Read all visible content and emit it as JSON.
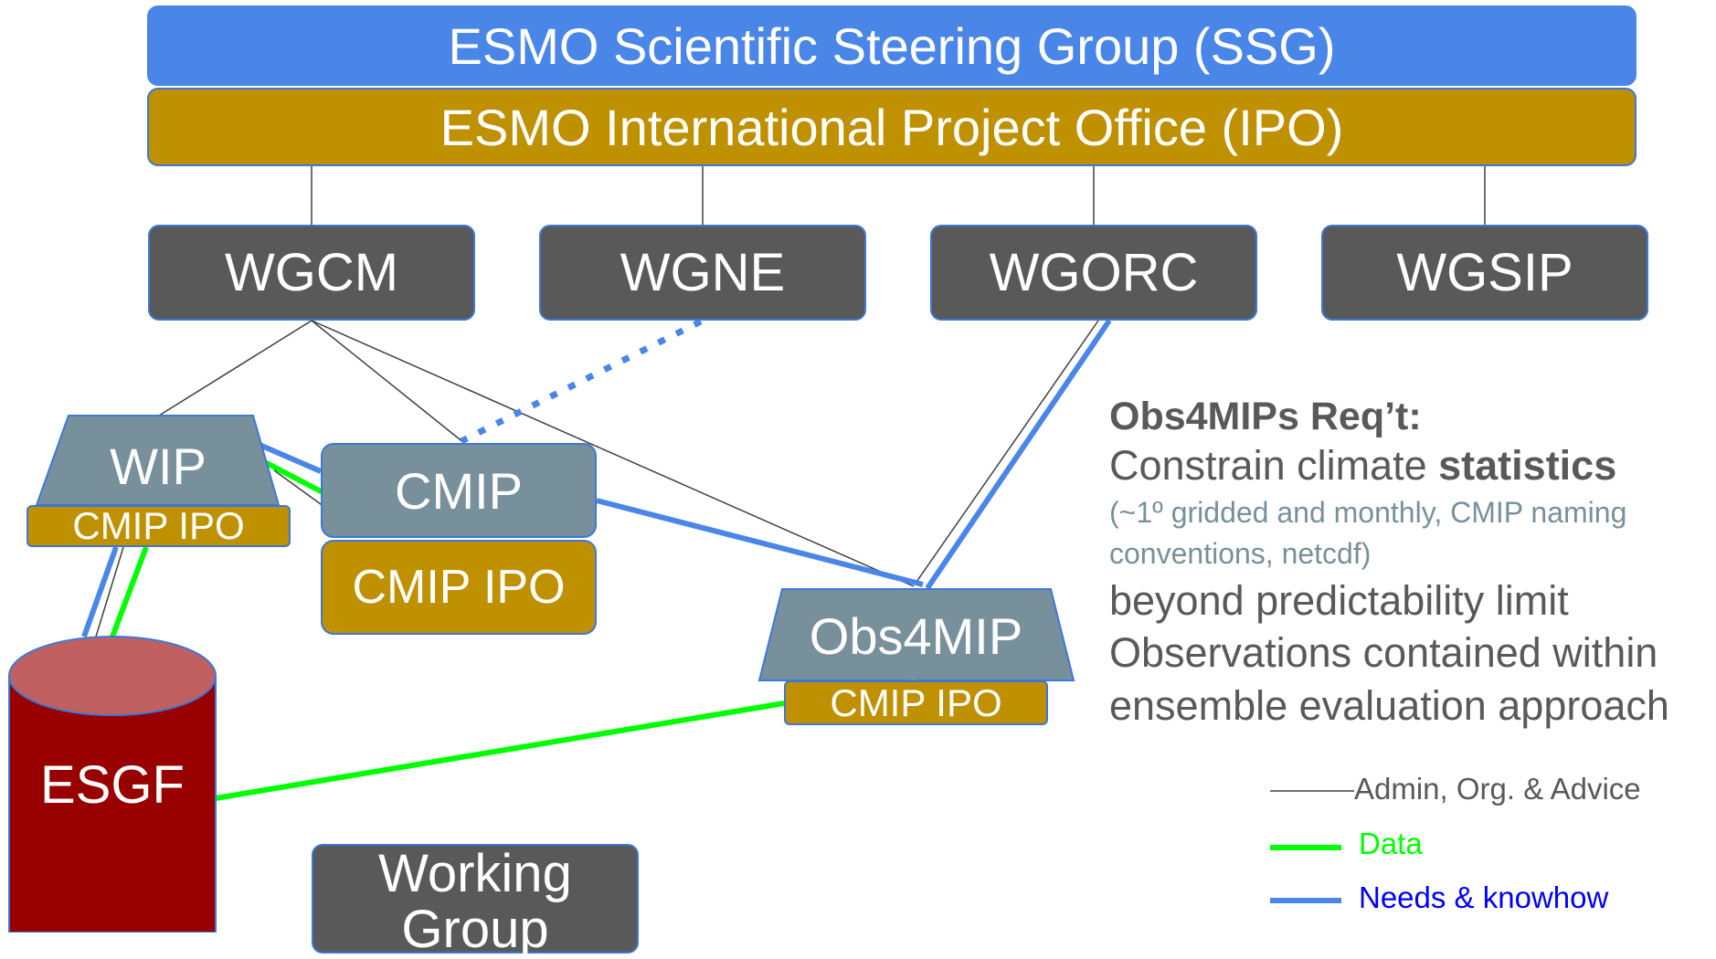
{
  "ssg": "ESMO Scientific Steering Group (SSG)",
  "ipo": "ESMO International Project Office (IPO)",
  "working_groups": [
    "WGCM",
    "WGNE",
    "WGORC",
    "WGSIP"
  ],
  "nodes": {
    "wip": "WIP",
    "wip_ipo": "CMIP IPO",
    "cmip": "CMIP",
    "cmip_ipo": "CMIP IPO",
    "obs4mip": "Obs4MIP",
    "obs4mip_ipo": "CMIP IPO",
    "esgf": "ESGF",
    "working_group": "Working Group"
  },
  "requirements": {
    "title": "Obs4MIPs Req’t:",
    "line1_prefix": "Constrain climate ",
    "line1_bold": "statistics",
    "note": "(~1º gridded and monthly, CMIP naming conventions, netcdf)",
    "line2": "beyond predictability limit",
    "line3": "Observations contained within",
    "line4": "ensemble evaluation approach"
  },
  "legend": {
    "admin": "Admin, Org. & Advice",
    "data": "Data",
    "needs": "Needs & knowhow"
  },
  "colors": {
    "admin": "#404040",
    "data": "#00ff00",
    "needs": "#4a86e8",
    "needs_text": "#0000ff",
    "data_text": "#00ff00",
    "ssg": "#4a86e8",
    "ipo": "#bf9000",
    "wg": "#595959",
    "cmip": "#78909c",
    "esgf": "#990000",
    "esgf_top": "#c06060"
  }
}
